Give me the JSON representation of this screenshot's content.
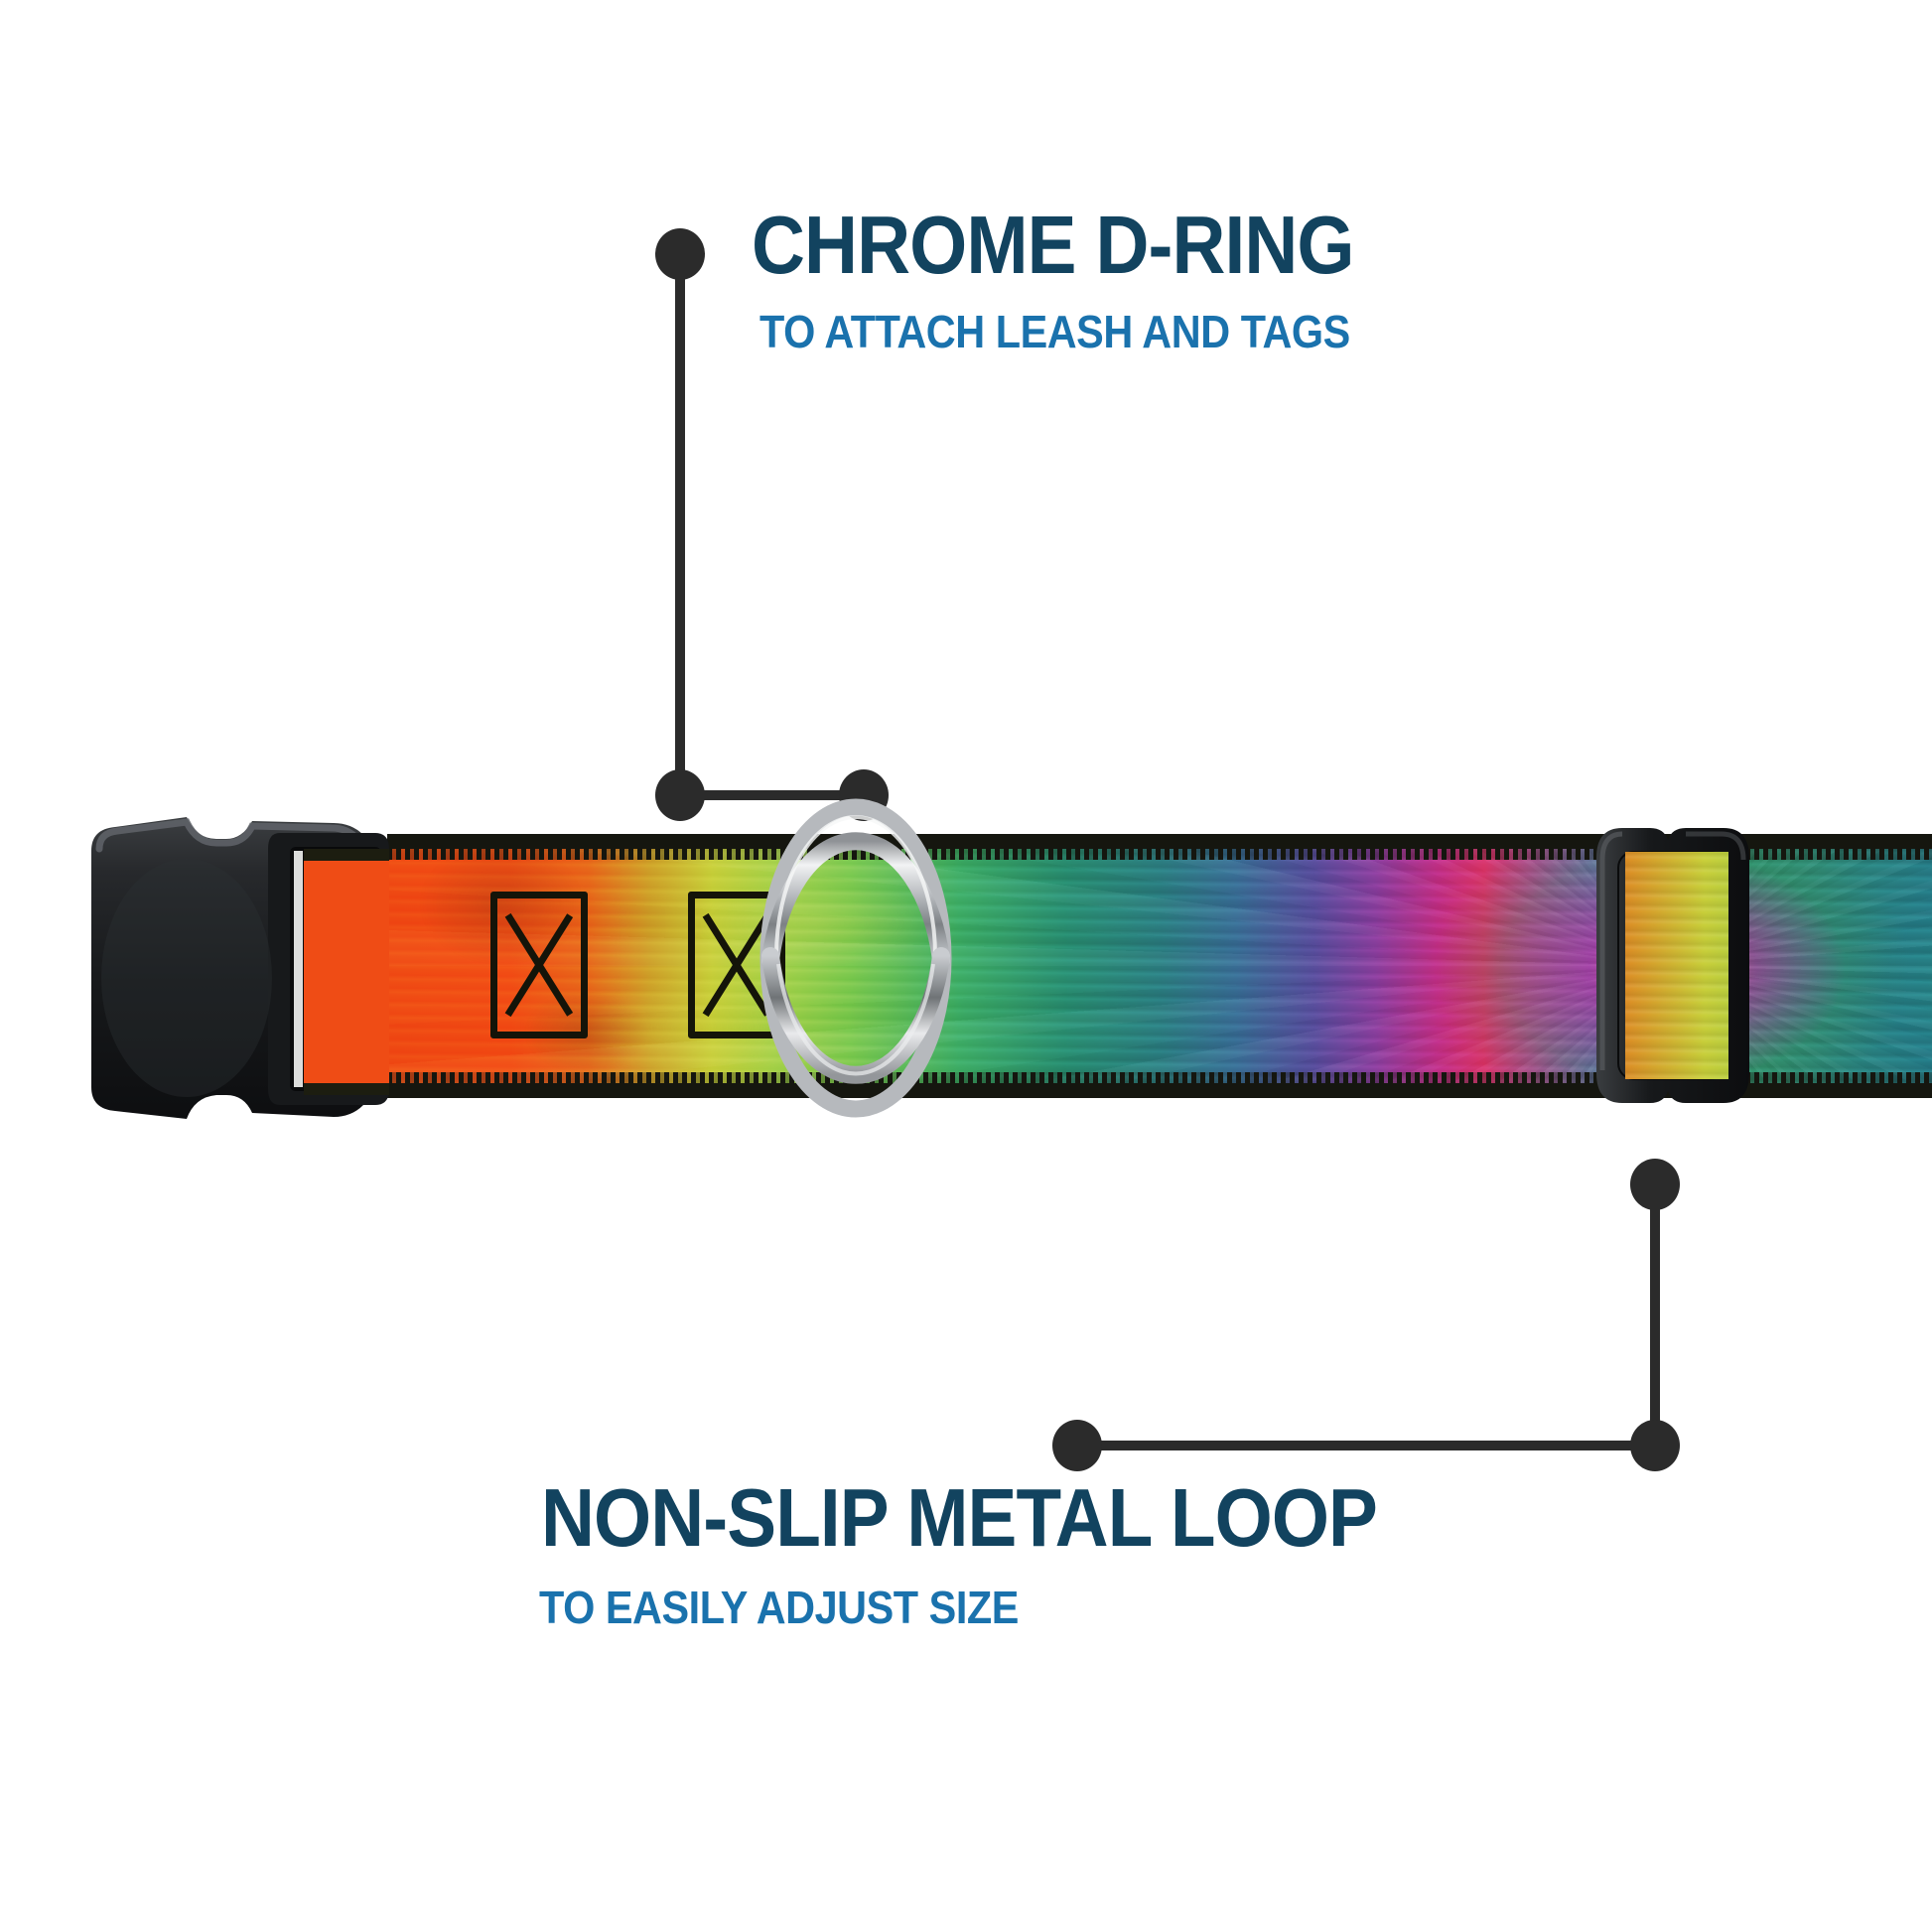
{
  "image": {
    "subject": "dog-collar-feature-infographic",
    "background_color": "#ffffff",
    "headline_color": "#12435f",
    "subhead_color": "#1a72ad",
    "leader_color": "#2b2b2b"
  },
  "callouts": [
    {
      "id": "chrome-d-ring",
      "headline": "CHROME D-RING",
      "subline": "TO ATTACH LEASH AND TAGS",
      "points_to": "d-ring"
    },
    {
      "id": "non-slip-metal-loop",
      "headline": "NON-SLIP METAL LOOP",
      "subline": "TO EASILY ADJUST SIZE",
      "points_to": "metal-loop"
    }
  ],
  "product": {
    "type": "dog collar",
    "pattern": "tie-dye",
    "webbing_edge_color": "#15160f",
    "parts": [
      {
        "name": "side-release-buckle",
        "material": "plastic",
        "color": "#16181a"
      },
      {
        "name": "d-ring",
        "material": "chrome",
        "color": "#c9cbcd"
      },
      {
        "name": "metal-loop-slider",
        "material": "metal",
        "color": "#1a1c1e"
      },
      {
        "name": "box-stitch",
        "count": 2,
        "color": "#141409"
      }
    ],
    "pattern_colors": [
      "#f04d14",
      "#c8cf3a",
      "#7dc94f",
      "#2a8f73",
      "#2c7f82",
      "#5a4f9e",
      "#c02f86",
      "#d8356a",
      "#2e9070"
    ]
  }
}
